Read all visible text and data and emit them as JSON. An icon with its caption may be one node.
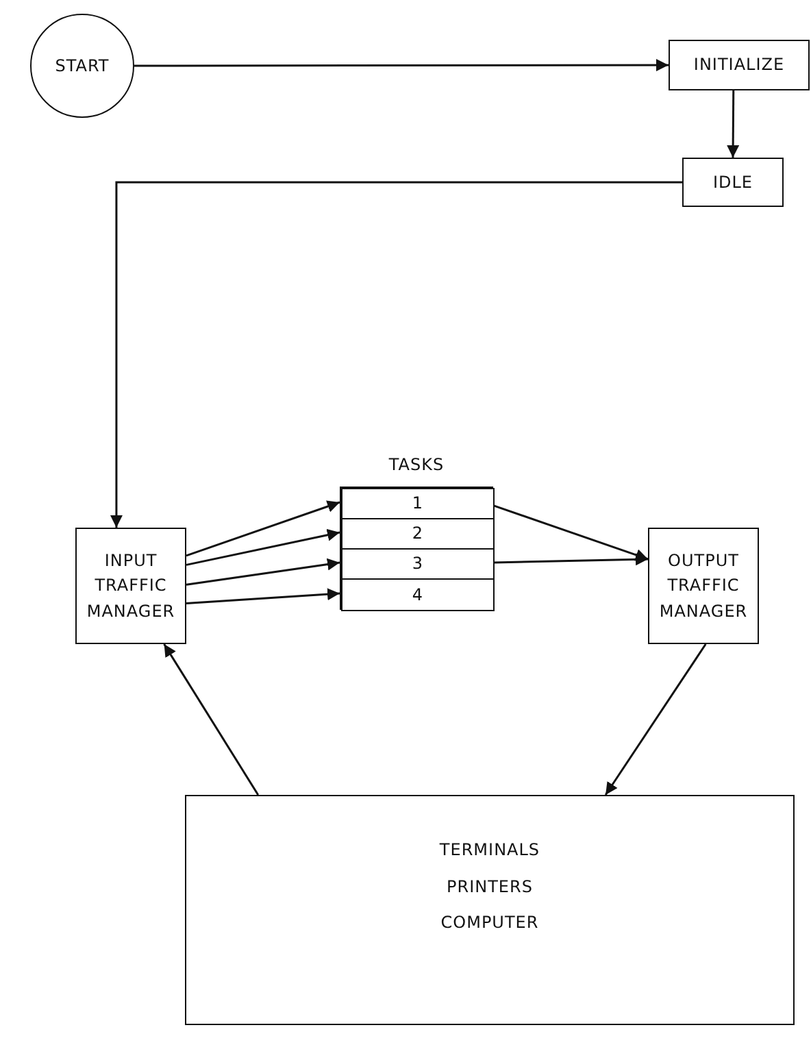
{
  "diagram": {
    "nodes": [
      {
        "text": [
          "START"
        ]
      },
      {
        "text": [
          "INITIALIZE"
        ]
      },
      {
        "text": [
          "IDLE"
        ]
      },
      {
        "text": [
          "INPUT TRAFFIC MANAGER"
        ]
      },
      {
        "text": [
          "TASKS"
        ]
      },
      {
        "text": [
          "1"
        ],
        "in": 4
      },
      {
        "text": [
          "2"
        ],
        "in": 4
      },
      {
        "text": [
          "3"
        ],
        "in": 4
      },
      {
        "text": [
          "4"
        ],
        "in": 4
      },
      {
        "text": [
          "OUTPUT TRAFFIC MANAGER"
        ]
      },
      {
        "text": [
          "TERMINALS",
          "PRINTERS",
          "COMPUTER"
        ]
      }
    ],
    "edges": [
      {
        "from": 0,
        "to": 1,
        "arrow": "to"
      },
      {
        "from": 1,
        "to": 2,
        "arrow": "to"
      },
      {
        "from": 2,
        "to": 3,
        "arrow": "to"
      },
      {
        "from": 3,
        "to": 5,
        "arrow": "to"
      },
      {
        "from": 3,
        "to": 6,
        "arrow": "to"
      },
      {
        "from": 3,
        "to": 7,
        "arrow": "to"
      },
      {
        "from": 3,
        "to": 8,
        "arrow": "to"
      },
      {
        "from": 5,
        "to": 9,
        "arrow": "to"
      },
      {
        "from": 7,
        "to": 9,
        "arrow": "to"
      },
      {
        "from": 9,
        "to": 10,
        "arrow": "to"
      },
      {
        "from": 10,
        "to": 3,
        "arrow": "to"
      }
    ]
  }
}
